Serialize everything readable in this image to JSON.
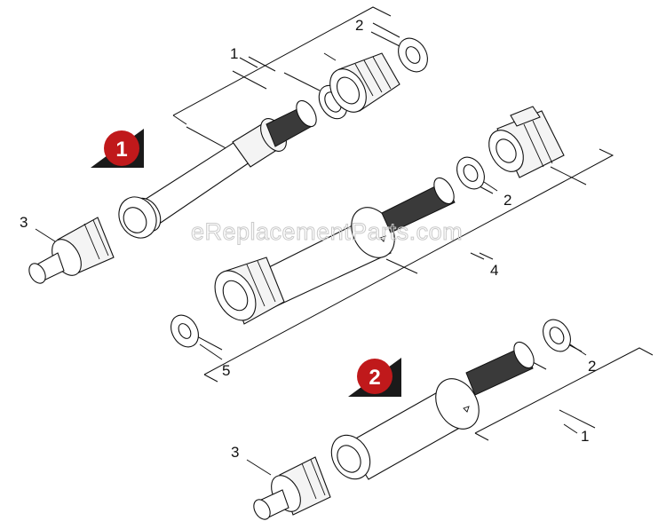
{
  "watermark": "eReplacementParts.com",
  "badges": [
    "1",
    "2"
  ],
  "callouts": {
    "a1": "1",
    "a2": "2",
    "a3": "2",
    "a4": "3",
    "a5": "4",
    "a6": "5",
    "b1": "2",
    "b2": "1",
    "b3": "3"
  },
  "colors": {
    "badge": "#c0191b",
    "badge_shadow": "#1a1a1a",
    "line": "#111111",
    "watermark": "#c9c9c9"
  }
}
